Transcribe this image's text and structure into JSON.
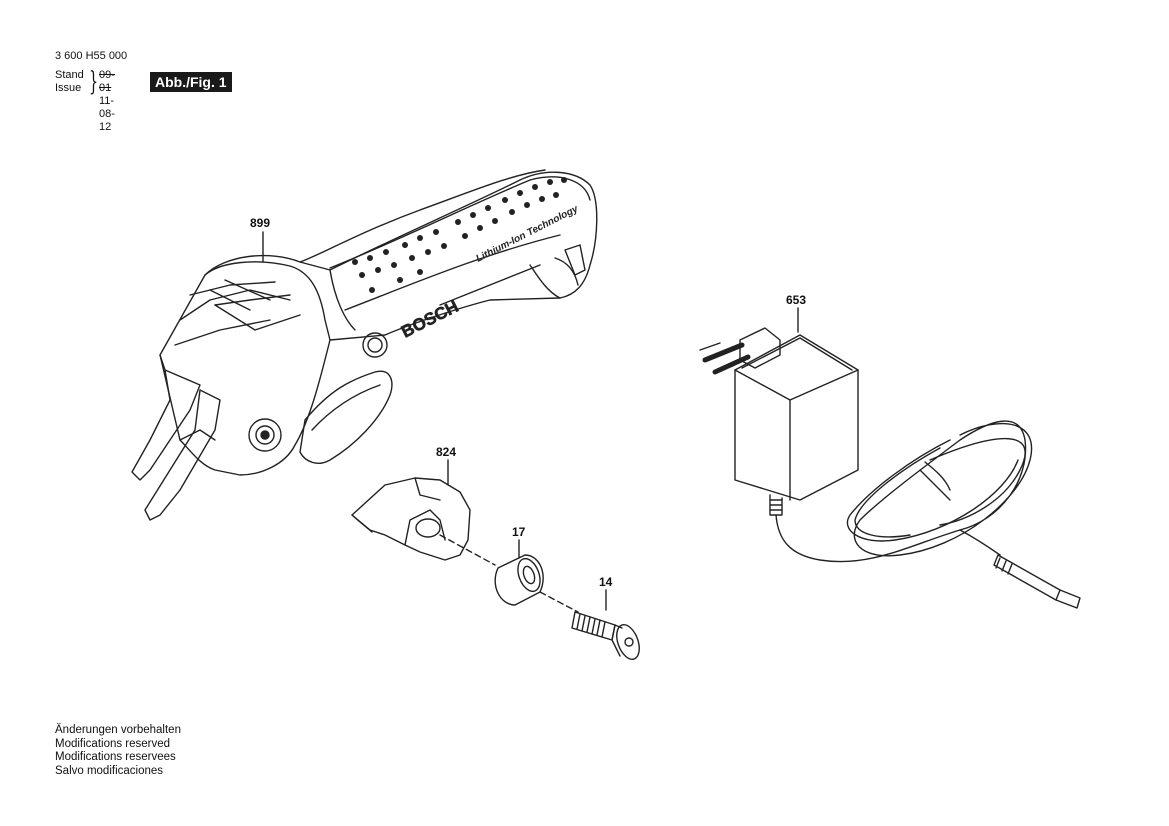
{
  "header": {
    "doc_number": "3 600 H55 000",
    "stand_label": "Stand",
    "issue_label": "Issue",
    "stand_date": "09-01",
    "issue_date": "11-08-12",
    "figure_label": "Abb./Fig. 1"
  },
  "parts": {
    "p899": "899",
    "p824": "824",
    "p17": "17",
    "p14": "14",
    "p653": "653"
  },
  "tool_markings": {
    "brand": "BOSCH",
    "technology": "Lithium-Ion Technology"
  },
  "footer": {
    "line1": "Änderungen vorbehalten",
    "line2": "Modifications reserved",
    "line3": "Modifications reservees",
    "line4": "Salvo modificaciones"
  }
}
